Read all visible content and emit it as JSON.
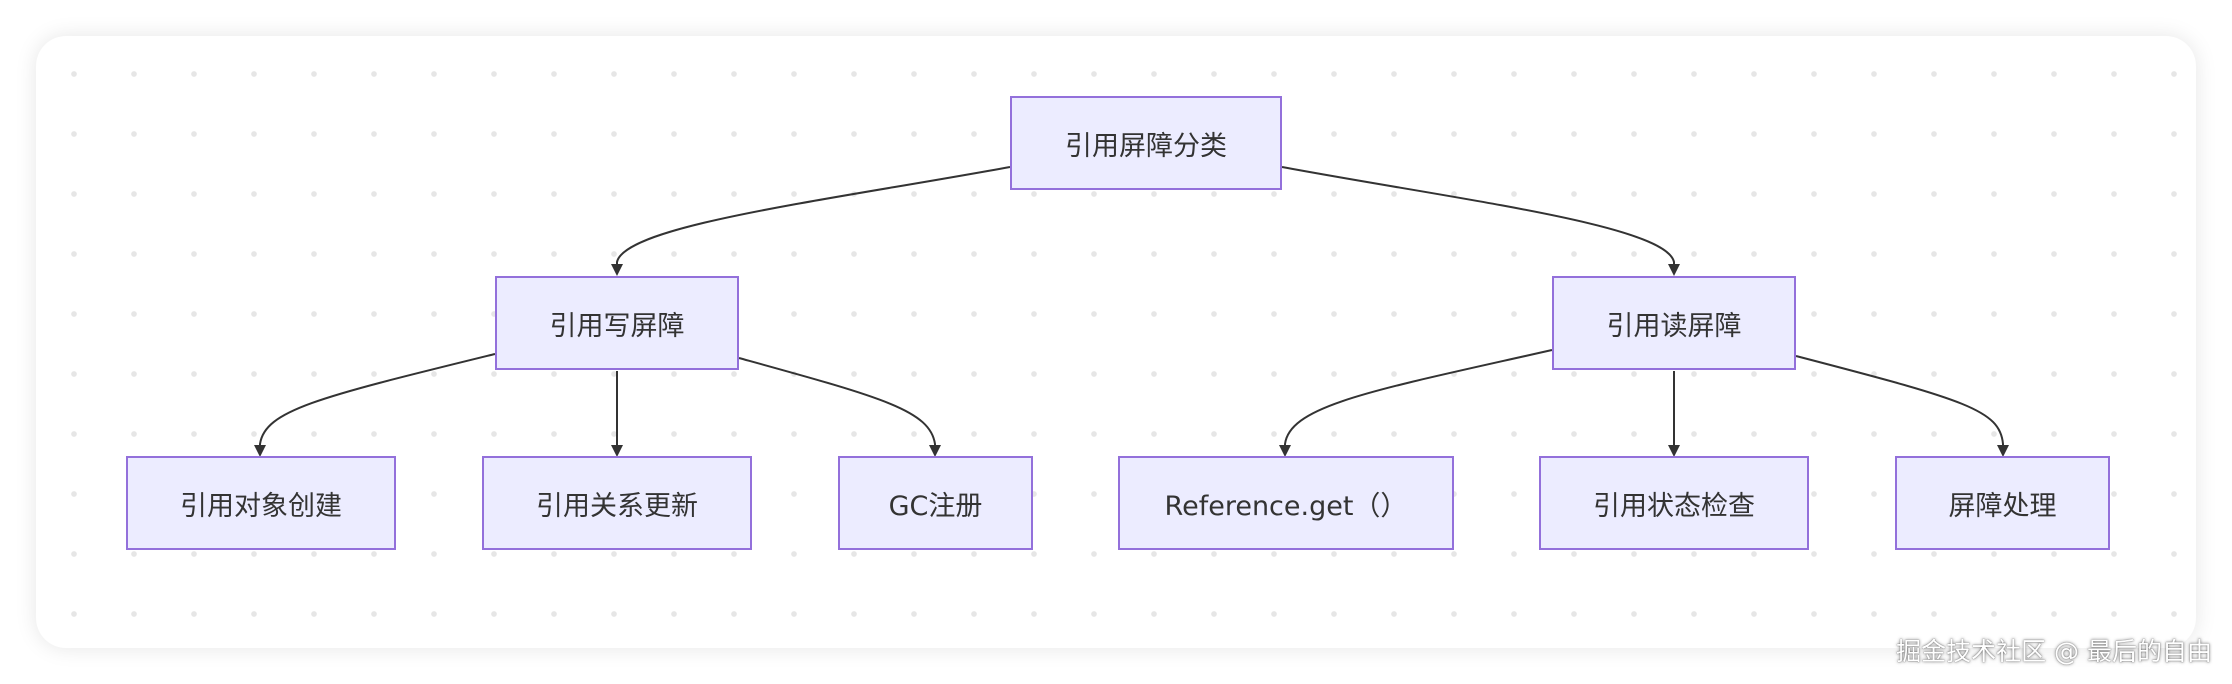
{
  "diagram": {
    "nodes": {
      "root": "引用屏障分类",
      "write_barrier": "引用写屏障",
      "read_barrier": "引用读屏障",
      "ref_create": "引用对象创建",
      "ref_update": "引用关系更新",
      "gc_register": "GC注册",
      "ref_get": "Reference.get（）",
      "ref_state_check": "引用状态检查",
      "barrier_handle": "屏障处理"
    },
    "edges": [
      [
        "root",
        "write_barrier"
      ],
      [
        "root",
        "read_barrier"
      ],
      [
        "write_barrier",
        "ref_create"
      ],
      [
        "write_barrier",
        "ref_update"
      ],
      [
        "write_barrier",
        "gc_register"
      ],
      [
        "read_barrier",
        "ref_get"
      ],
      [
        "read_barrier",
        "ref_state_check"
      ],
      [
        "read_barrier",
        "barrier_handle"
      ]
    ],
    "colors": {
      "node_fill": "#ececff",
      "node_border": "#9370db",
      "edge": "#333333"
    }
  },
  "watermark": "掘金技术社区 @ 最后的自由"
}
